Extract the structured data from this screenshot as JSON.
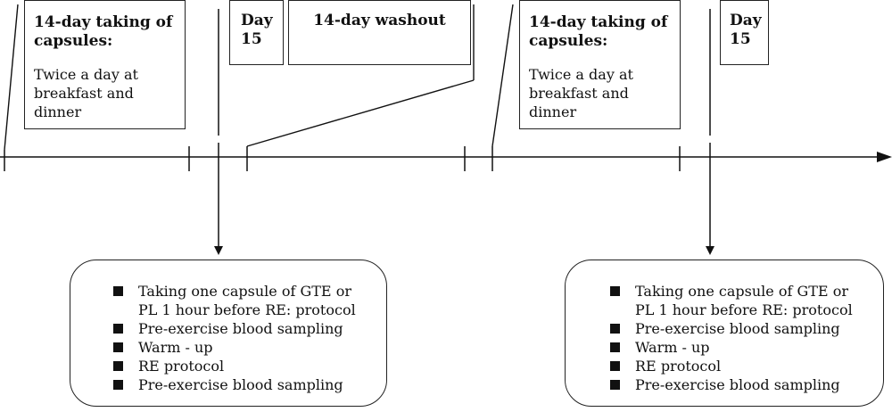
{
  "periods": [
    {
      "heading": "14-day taking of capsules:",
      "body": "Twice a day at breakfast and dinner"
    },
    {
      "heading": "14-day taking of capsules:",
      "body": "Twice a day at breakfast and dinner"
    }
  ],
  "day15": [
    "Day 15",
    "Day 15"
  ],
  "washout": "14-day washout",
  "protocol_items": [
    "Taking one capsule of GTE or PL 1 hour before RE: protocol",
    "Pre-exercise blood sampling",
    "Warm - up",
    "RE protocol",
    "Pre-exercise blood sampling"
  ]
}
